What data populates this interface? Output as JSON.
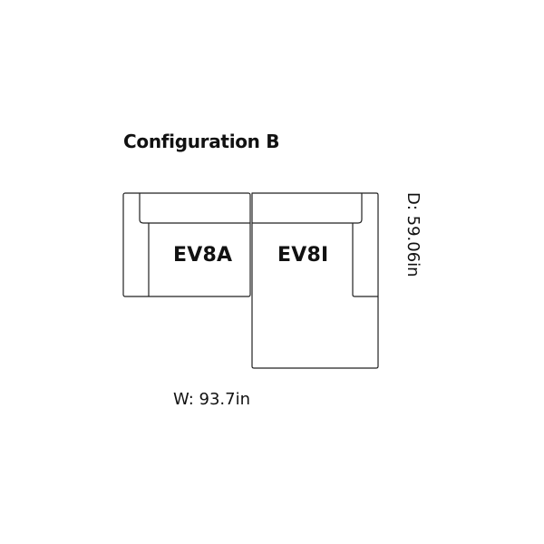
{
  "title": "Configuration B",
  "modules": [
    {
      "code": "EV8A"
    },
    {
      "code": "EV8I"
    }
  ],
  "dimensions": {
    "width": "W:  93.7in",
    "depth": "D: 59.06in"
  },
  "colors": {
    "line": "#222222",
    "text": "#111111",
    "background": "#ffffff"
  }
}
